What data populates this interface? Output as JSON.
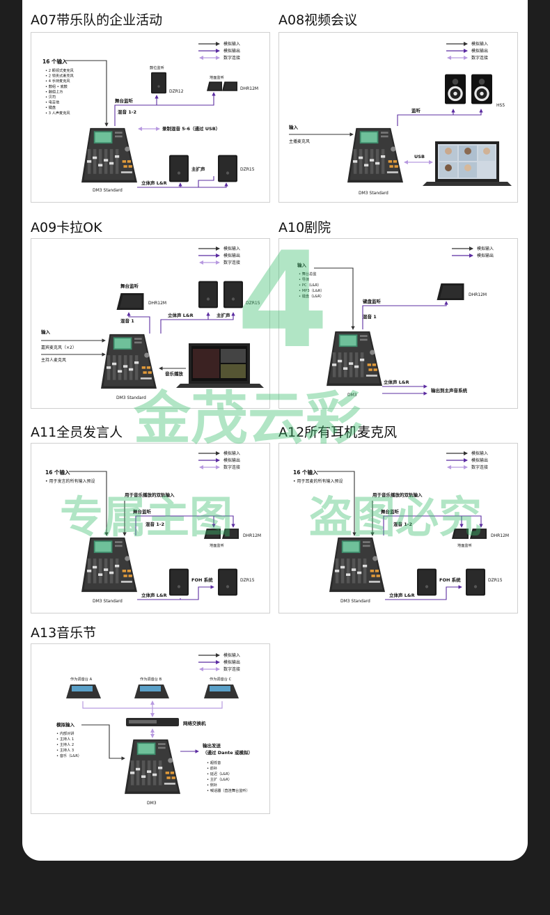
{
  "legend": {
    "analog_in": "模拟输入",
    "analog_out": "模拟输出",
    "digital": "数字连接"
  },
  "colors": {
    "analog_in": "#333333",
    "analog_out": "#5b2ca0",
    "digital": "#b89ae0",
    "watermark": "#3cbe6e"
  },
  "watermarks": {
    "big_left": "4",
    "big_text": "金茂云彩",
    "line2_left": "专属主图",
    "line2_right": "盗图必究"
  },
  "a07": {
    "title": "A07带乐队的企业活动",
    "inputs_head": "16 个输入",
    "inputs": [
      "• 2 颗领式麦克风",
      "• 2 领夹式麦克风",
      "• 4 手持麦克风",
      "• 鼓组    • 底鼓",
      "          • 鼓组上方",
      "• 贝司",
      "• 电吉他",
      "• 键盘",
      "• 3 人声麦克风"
    ],
    "stage_monitor": "舞台监听",
    "mix12": "混音 1-2",
    "dzr12_top": "鼓位监听",
    "dzr12": "DZR12",
    "dhr_top": "地面监听",
    "dhr12m": "DHR12M",
    "record": "录制混音 5-6（通过 USB）",
    "main": "主扩声",
    "dzr15": "DZR15",
    "stereo": "立体声 L&R",
    "console": "DM3 Standard"
  },
  "a08": {
    "title": "A08视频会议",
    "input": "输入",
    "host_mic": "主播麦克风",
    "monitor": "监听",
    "hs5": "HS5",
    "usb": "USB",
    "console": "DM3 Standard"
  },
  "a09": {
    "title": "A09卡拉OK",
    "stage_monitor": "舞台监听",
    "dhr12m": "DHR12M",
    "dzr15": "DZR15",
    "mix1": "混音 1",
    "stereo": "立体声 L&R",
    "main": "主扩声",
    "input": "输入",
    "guest_mic": "嘉宾麦克风（×2）",
    "host_mic": "主持人麦克风",
    "music": "音乐播放",
    "console": "DM3 Standard"
  },
  "a10": {
    "title": "A10剧院",
    "input": "输入",
    "inputs": [
      "• 舞台总监",
      "• 导演",
      "• PC（L&R）",
      "• MP3（L&R）",
      "• 键盘（L&R）"
    ],
    "keyboard_mon": "键盘监听",
    "mix1": "混音 1",
    "dhr12m": "DHR12M",
    "stereo": "立体声 L&R",
    "out_main": "输出到主声音系统",
    "console": "DM3"
  },
  "a11": {
    "title": "A11全员发言人",
    "inputs_head": "16 个输入",
    "inputs_sub": "• 用于发言的所有输入预设",
    "dual": "用于音乐播放的双轨输入",
    "stage_monitor": "舞台监听",
    "mix12": "混音 1-2",
    "floor": "地面监听",
    "dhr12m": "DHR12M",
    "foh": "FOH 系统",
    "dzr15": "DZR15",
    "stereo": "立体声 L&R",
    "console": "DM3 Standard"
  },
  "a12": {
    "title": "A12所有耳机麦克风",
    "inputs_head": "16 个输入",
    "inputs_sub": "• 用于耳麦的所有输入预设",
    "dual": "用于音乐播放的双轨输入",
    "stage_monitor": "舞台监听",
    "mix12": "混音 1-2",
    "floor": "地面监听",
    "dhr12m": "DHR12M",
    "foh": "FOH 系统",
    "dzr15": "DZR15",
    "stereo": "立体声 L&R",
    "console": "DM3 Standard"
  },
  "a13": {
    "title": "A13音乐节",
    "desk_a": "作为调音台 A",
    "desk_b": "作为调音台 B",
    "desk_c": "作为调音台 C",
    "switch": "网络交换机",
    "analog_in": "模拟输入",
    "inputs": [
      "• 内部对讲",
      "• 主持人 1",
      "• 主持人 2",
      "• 主持人 3",
      "• 音乐（L&R）"
    ],
    "out_head": "输出发送",
    "out_sub": "（通过 Dante 或模拟）",
    "outputs": [
      "• 超低音",
      "• 前补",
      "• 延迟（L&R）",
      "• 主扩（L&R）",
      "• 侧补",
      "• 喊话器（直连舞台监听）"
    ],
    "console": "DM3"
  }
}
